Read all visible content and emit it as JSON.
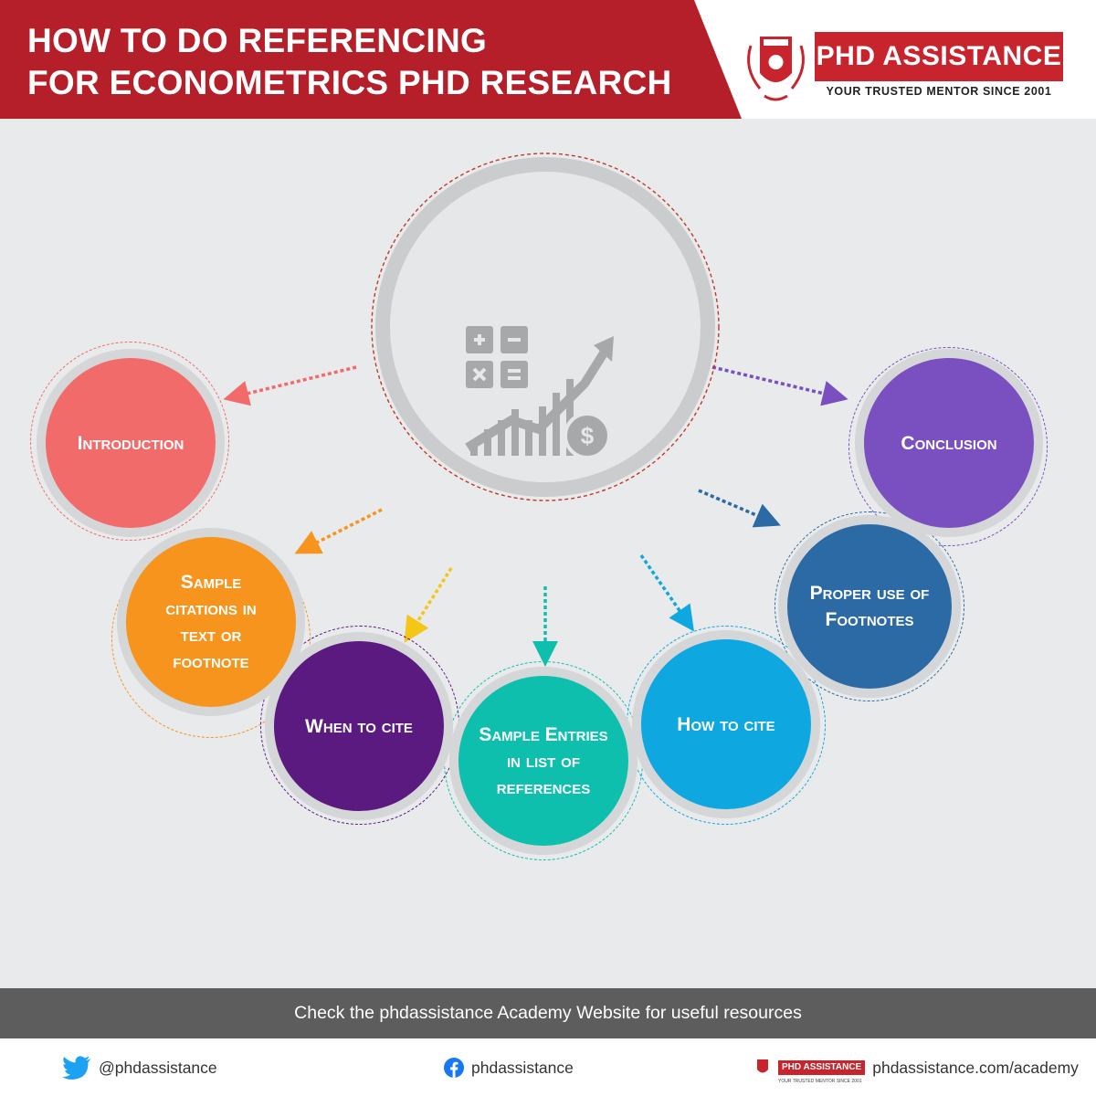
{
  "header": {
    "title_line1": "HOW TO DO REFERENCING",
    "title_line2": "FOR ECONOMETRICS PHD RESEARCH",
    "logo_name": "PHD ASSISTANCE",
    "logo_tagline": "YOUR TRUSTED MENTOR SINCE 2001",
    "header_color": "#b51f29"
  },
  "center": {
    "icon": "finance-growth-icon",
    "ring_color": "#c0392b"
  },
  "nodes": [
    {
      "label": "Introduction",
      "color": "#f26b6b"
    },
    {
      "label": "Sample citations in text or footnote",
      "color": "#f7941d"
    },
    {
      "label": "When to cite",
      "color": "#5a1a80"
    },
    {
      "label": "Sample Entries in list of references",
      "color": "#0fbfae"
    },
    {
      "label": "How to cite",
      "color": "#0ea7e0"
    },
    {
      "label": "Proper use of Footnotes",
      "color": "#2c6aa5"
    },
    {
      "label": "Conclusion",
      "color": "#7a4fc0"
    }
  ],
  "footer": {
    "banner": "Check the phdassistance Academy Website for useful resources",
    "twitter": "@phdassistance",
    "facebook": "phdassistance",
    "mini_logo": "PHD ASSISTANCE",
    "mini_logo_tag": "YOUR TRUSTED MENTOR SINCE 2001",
    "website": "phdassistance.com/academy"
  }
}
